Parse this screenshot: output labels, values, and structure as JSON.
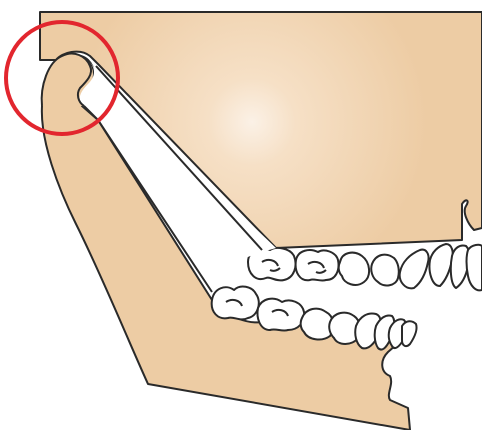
{
  "diagram": {
    "subject": "jaw-side-view",
    "highlight": {
      "target": "temporomandibular-joint",
      "shape": "circle"
    },
    "colors": {
      "bone": "#EDCCA4",
      "bone_highlight": "#FBF1E6",
      "outline": "#2A2A2A",
      "tooth": "#FFFFFF",
      "highlight_ring": "#E2262E",
      "background": "#FFFFFF"
    }
  }
}
